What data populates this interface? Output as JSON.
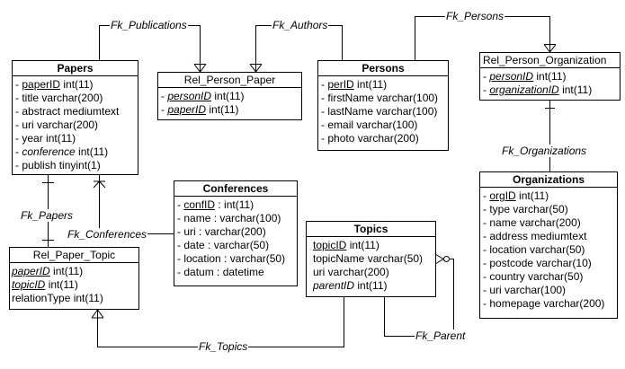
{
  "entities": {
    "papers": {
      "title": "Papers",
      "fields": [
        {
          "text": "- ",
          "name": "paperID",
          "type": " int(11)",
          "style": "pk"
        },
        {
          "text": "- ",
          "name": "title",
          "type": " varchar(200)",
          "style": ""
        },
        {
          "text": "- ",
          "name": "abstract",
          "type": " mediumtext",
          "style": ""
        },
        {
          "text": "- ",
          "name": "uri",
          "type": " varchar(200)",
          "style": ""
        },
        {
          "text": "- ",
          "name": "year",
          "type": " int(11)",
          "style": ""
        },
        {
          "text": "- ",
          "name": "conference",
          "type": " int(11)",
          "style": "it"
        },
        {
          "text": "- ",
          "name": "publish",
          "type": " tinyint(1)",
          "style": ""
        }
      ]
    },
    "rel_person_paper": {
      "title": "Rel_Person_Paper",
      "fields": [
        {
          "text": "- ",
          "name": "personID",
          "type": " int(11)",
          "style": "fkpk"
        },
        {
          "text": "- ",
          "name": "paperID",
          "type": " int(11)",
          "style": "fkpk"
        }
      ]
    },
    "persons": {
      "title": "Persons",
      "fields": [
        {
          "text": "- ",
          "name": "perID",
          "type": " int(11)",
          "style": "pk"
        },
        {
          "text": "- ",
          "name": "firstName",
          "type": " varchar(100)",
          "style": ""
        },
        {
          "text": "- ",
          "name": "lastName",
          "type": " varchar(100)",
          "style": ""
        },
        {
          "text": "- ",
          "name": "email",
          "type": " varchar(100)",
          "style": ""
        },
        {
          "text": "- ",
          "name": "photo",
          "type": " varchar(200)",
          "style": ""
        }
      ]
    },
    "rel_person_organization": {
      "title": "Rel_Person_Organization",
      "fields": [
        {
          "text": "- ",
          "name": "personID",
          "type": " int(11)",
          "style": "fkpk"
        },
        {
          "text": "- ",
          "name": "organizationID",
          "type": " int(11)",
          "style": "fkpk"
        }
      ]
    },
    "organizations": {
      "title": "Organizations",
      "fields": [
        {
          "text": "- ",
          "name": "orgID",
          "type": " int(11)",
          "style": "pk"
        },
        {
          "text": "- ",
          "name": "type",
          "type": " varchar(50)",
          "style": ""
        },
        {
          "text": "- ",
          "name": "name",
          "type": " varchar(200)",
          "style": ""
        },
        {
          "text": "- ",
          "name": "address",
          "type": " mediumtext",
          "style": ""
        },
        {
          "text": "- ",
          "name": "location",
          "type": " varchar(50)",
          "style": ""
        },
        {
          "text": "- ",
          "name": "postcode",
          "type": " varchar(10)",
          "style": ""
        },
        {
          "text": "- ",
          "name": "country",
          "type": " varchar(50)",
          "style": ""
        },
        {
          "text": "- ",
          "name": "uri",
          "type": " varchar(100)",
          "style": ""
        },
        {
          "text": "- ",
          "name": "homepage",
          "type": " varchar(200)",
          "style": ""
        }
      ]
    },
    "conferences": {
      "title": "Conferences",
      "fields": [
        {
          "text": "- ",
          "name": "confID",
          "type": " : int(11)",
          "style": "pk"
        },
        {
          "text": "- ",
          "name": "name",
          "type": " : varchar(100)",
          "style": ""
        },
        {
          "text": "- ",
          "name": "uri",
          "type": " : varchar(200)",
          "style": ""
        },
        {
          "text": "- ",
          "name": "date",
          "type": " : varchar(50)",
          "style": ""
        },
        {
          "text": "- ",
          "name": "location",
          "type": " : varchar(50)",
          "style": ""
        },
        {
          "text": "- ",
          "name": "datum",
          "type": " : datetime",
          "style": ""
        }
      ]
    },
    "rel_paper_topic": {
      "title": "Rel_Paper_Topic",
      "fields": [
        {
          "text": "",
          "name": "paperID",
          "type": " int(11)",
          "style": "fkpk"
        },
        {
          "text": "",
          "name": "topicID",
          "type": " int(11)",
          "style": "fkpk"
        },
        {
          "text": "",
          "name": "relationType",
          "type": " int(11)",
          "style": ""
        }
      ]
    },
    "topics": {
      "title": "Topics",
      "fields": [
        {
          "text": "",
          "name": "topicID",
          "type": " int(11)",
          "style": "pk"
        },
        {
          "text": "",
          "name": "topicName",
          "type": " varchar(50)",
          "style": ""
        },
        {
          "text": "",
          "name": "uri",
          "type": " varchar(200)",
          "style": ""
        },
        {
          "text": "",
          "name": "parentID",
          "type": " int(11)",
          "style": "it"
        }
      ]
    }
  },
  "relations": {
    "fk_publications": "Fk_Publications",
    "fk_authors": "Fk_Authors",
    "fk_persons": "Fk_Persons",
    "fk_organizations": "Fk_Organizations",
    "fk_papers": "Fk_Papers",
    "fk_conferences": "Fk_Conferences",
    "fk_topics": "Fk_Topics",
    "fk_parent": "Fk_Parent"
  }
}
